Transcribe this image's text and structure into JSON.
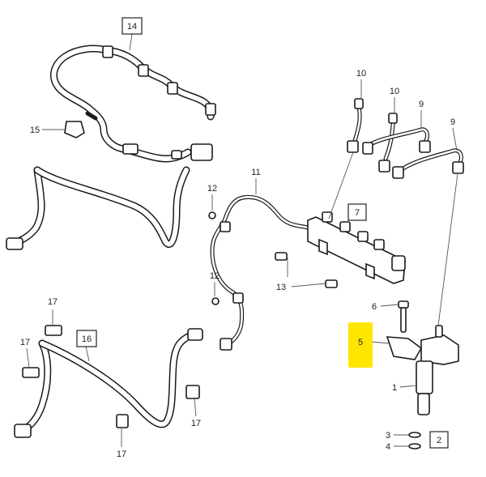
{
  "diagram": {
    "highlight_color": "#ffe600",
    "line_color": "#1a1a1a",
    "callouts": [
      {
        "id": "14",
        "text": "14",
        "boxed": true
      },
      {
        "id": "15",
        "text": "15",
        "boxed": false
      },
      {
        "id": "10a",
        "text": "10",
        "boxed": false
      },
      {
        "id": "10b",
        "text": "10",
        "boxed": false
      },
      {
        "id": "9a",
        "text": "9",
        "boxed": false
      },
      {
        "id": "9b",
        "text": "9",
        "boxed": false
      },
      {
        "id": "11",
        "text": "11",
        "boxed": false
      },
      {
        "id": "7",
        "text": "7",
        "boxed": true
      },
      {
        "id": "12a",
        "text": "12",
        "boxed": false
      },
      {
        "id": "12b",
        "text": "12",
        "boxed": false
      },
      {
        "id": "13",
        "text": "13",
        "boxed": false
      },
      {
        "id": "6",
        "text": "6",
        "boxed": false
      },
      {
        "id": "5",
        "text": "5",
        "boxed": false,
        "highlighted": true
      },
      {
        "id": "1",
        "text": "1",
        "boxed": false
      },
      {
        "id": "3",
        "text": "3",
        "boxed": false
      },
      {
        "id": "4",
        "text": "4",
        "boxed": false
      },
      {
        "id": "2",
        "text": "2",
        "boxed": true
      },
      {
        "id": "16",
        "text": "16",
        "boxed": true
      },
      {
        "id": "17a",
        "text": "17",
        "boxed": false
      },
      {
        "id": "17b",
        "text": "17",
        "boxed": false
      },
      {
        "id": "17c",
        "text": "17",
        "boxed": false
      },
      {
        "id": "17d",
        "text": "17",
        "boxed": false
      }
    ]
  }
}
